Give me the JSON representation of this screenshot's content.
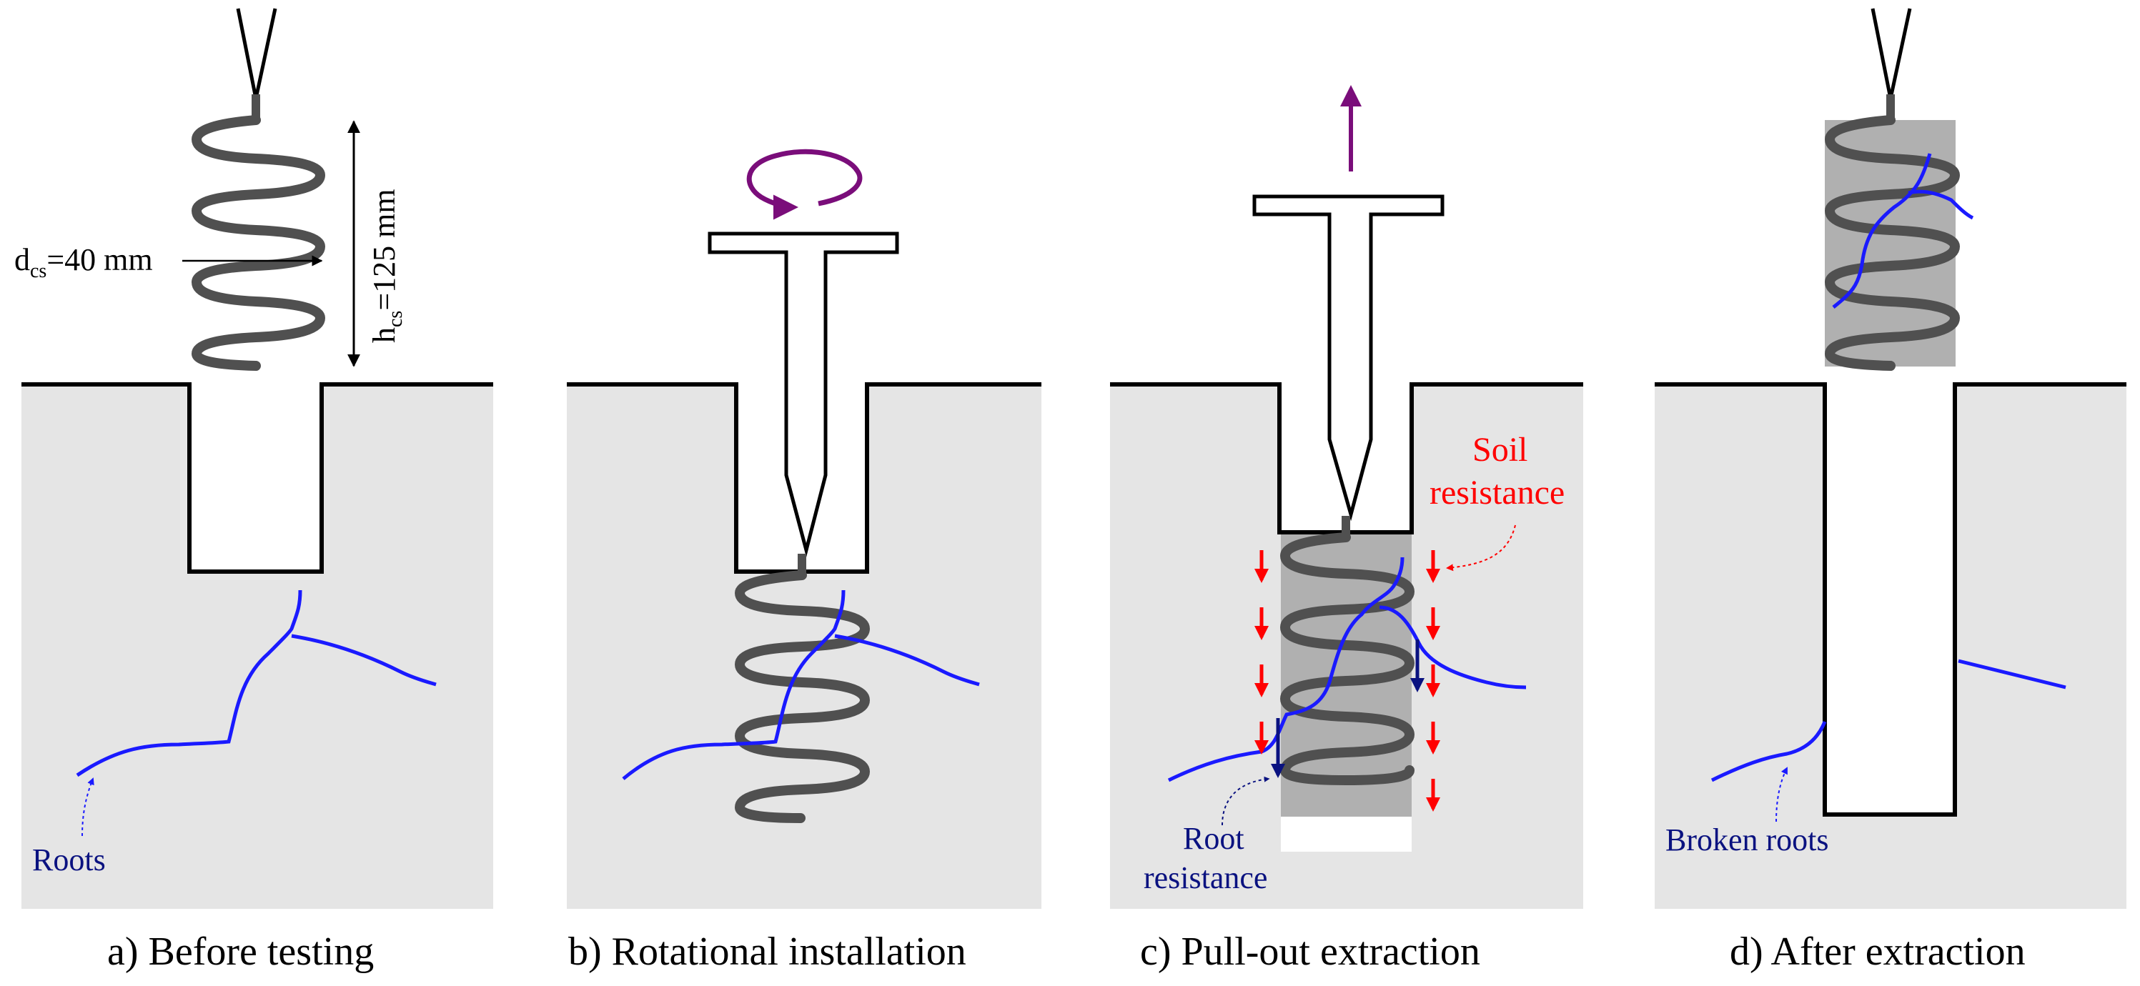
{
  "panels": [
    {
      "id": "a",
      "caption": "a) Before testing",
      "labels": {
        "roots": "Roots"
      }
    },
    {
      "id": "b",
      "caption": "b) Rotational installation"
    },
    {
      "id": "c",
      "caption": "c) Pull-out extraction",
      "labels": {
        "soil_resistance_line1": "Soil",
        "soil_resistance_line2": "resistance",
        "root_resistance_line1": "Root",
        "root_resistance_line2": "resistance"
      }
    },
    {
      "id": "d",
      "caption": "d) After extraction",
      "labels": {
        "broken_roots": "Broken roots"
      }
    }
  ],
  "dimensions": {
    "diameter": {
      "symbol": "d",
      "subscript": "cs",
      "value": "=40 mm"
    },
    "height": {
      "symbol": "h",
      "subscript": "cs",
      "value": "=125 mm"
    }
  },
  "colors": {
    "soil": "#e5e5e5",
    "core_sample": "#b0b0b0",
    "coil": "#505050",
    "root": "#1a1aff",
    "root_resistance_arrow": "#0a1280",
    "soil_resistance_arrow": "#ff0000",
    "pull_arrow": "#7a0d7a",
    "rotation_arrow": "#7a0d7a"
  }
}
